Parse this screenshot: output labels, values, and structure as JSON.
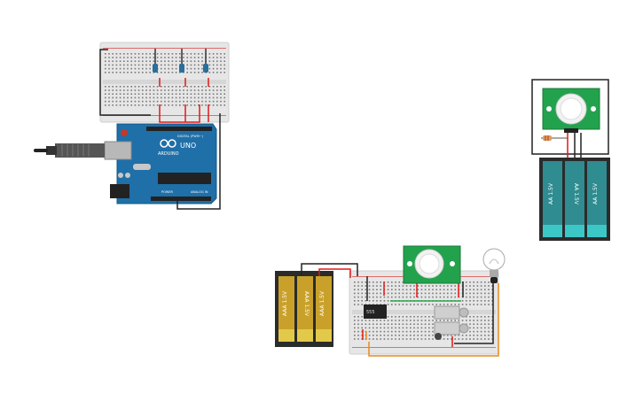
{
  "arduino": {
    "brand": "ARDUINO",
    "model": "UNO",
    "digital_label": "DIGITAL (PWM~)",
    "power_label": "POWER",
    "analog_label": "ANALOG IN"
  },
  "battery_pack_aa": {
    "cells": [
      "AA 1.5V",
      "AA 1.5V",
      "AA 1.5V"
    ],
    "colors": {
      "case": "#2b2b2b",
      "cell": "#2f8c91",
      "cell_top": "#3cc7c7"
    }
  },
  "battery_pack_aaa": {
    "cells": [
      "AAA 1.5V",
      "AAA 1.5V",
      "AAA 1.5V"
    ],
    "colors": {
      "case": "#2b2b2b",
      "cell": "#c9a12a",
      "cell_top": "#e3c94a"
    }
  },
  "ic_chip": {
    "label": "555"
  },
  "colors": {
    "board": "#1f6fa8",
    "breadboard": "#ececec",
    "pir_board": "#23a24d",
    "wire_red": "#e01818",
    "wire_black": "#222222",
    "wire_orange": "#e8891a",
    "wire_green": "#2aa84a"
  }
}
